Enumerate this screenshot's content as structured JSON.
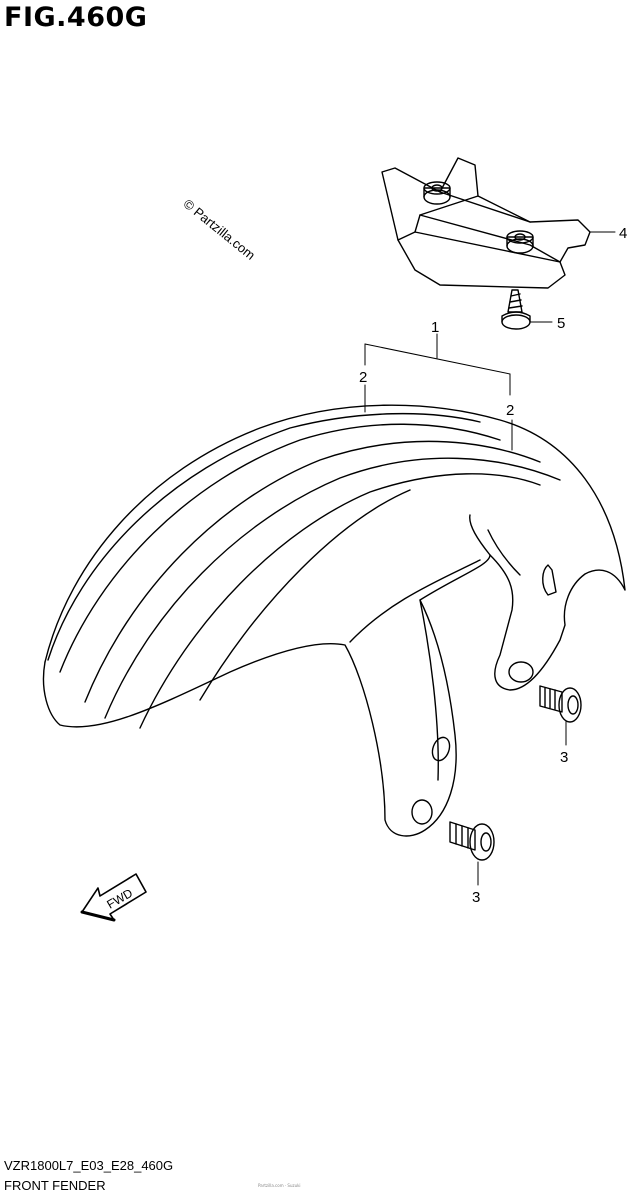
{
  "figure": {
    "title": "FIG.460G",
    "watermark": "© Partzilla.com",
    "model_code": "VZR1800L7_E03_E28_460G",
    "part_name": "FRONT FENDER",
    "fine_print": "Partzilla.com · Suzuki"
  },
  "callouts": [
    {
      "id": "callout-1",
      "label": "1"
    },
    {
      "id": "callout-2-left",
      "label": "2"
    },
    {
      "id": "callout-2-right",
      "label": "2"
    },
    {
      "id": "callout-3-upper",
      "label": "3"
    },
    {
      "id": "callout-3-lower",
      "label": "3"
    },
    {
      "id": "callout-4",
      "label": "4"
    },
    {
      "id": "callout-5",
      "label": "5"
    }
  ],
  "fwd_arrow": {
    "label": "FWD"
  },
  "colors": {
    "line": "#000000",
    "background": "#ffffff"
  }
}
